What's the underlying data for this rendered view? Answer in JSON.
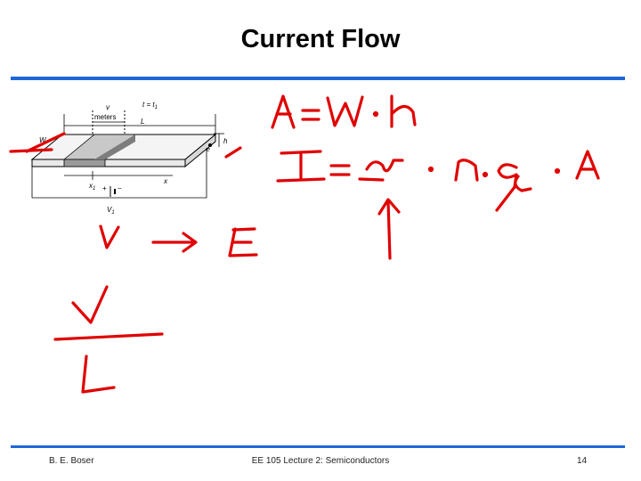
{
  "slide": {
    "title": "Current Flow",
    "page_number": "14"
  },
  "footer": {
    "author": "B. E. Boser",
    "course": "EE 105 Lecture 2: Semiconductors"
  },
  "diagram": {
    "labels": {
      "v": "v",
      "meters": "meters",
      "t": "t = t",
      "t_sub": "1",
      "L": "L",
      "W": "W",
      "h": "h",
      "x1": "x",
      "x1_sub": "1",
      "x": "x",
      "plus": "+",
      "minus": "−",
      "V1": "V",
      "V1_sub": "1",
      "e": "e"
    }
  },
  "colors": {
    "rule": "#1f66d6",
    "ink": "#e00000",
    "plate_shade": "#c8c8c8",
    "plate_dark": "#7d7d7d"
  }
}
